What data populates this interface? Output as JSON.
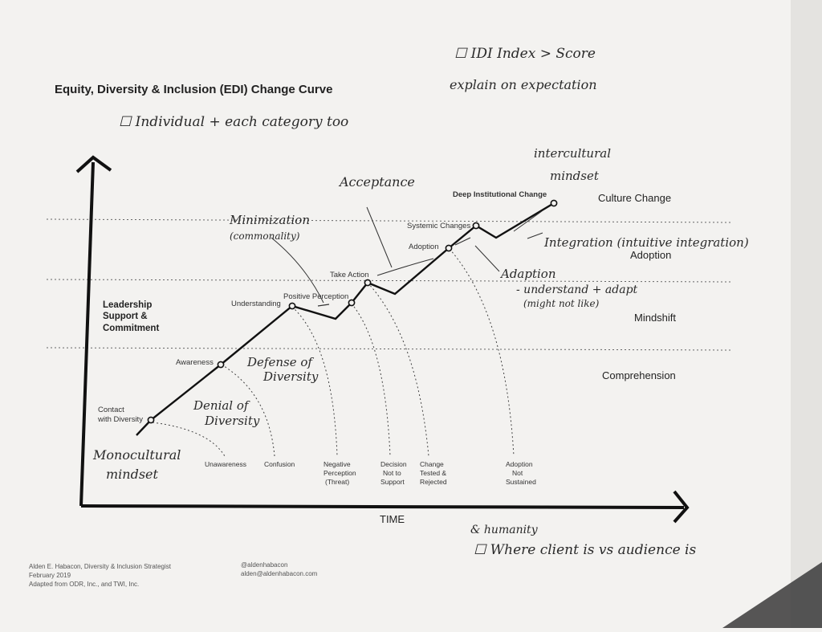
{
  "title": "Equity, Diversity & Inclusion (EDI) Change Curve",
  "x_axis_label": "TIME",
  "zones": [
    "Culture Change",
    "Adoption",
    "Mindshift",
    "Comprehension"
  ],
  "side_label": [
    "Leadership",
    "Support &",
    "Commitment"
  ],
  "stages": [
    {
      "label": [
        "Contact",
        "with Diversity"
      ]
    },
    {
      "label": [
        "Awareness"
      ]
    },
    {
      "label": [
        "Understanding"
      ]
    },
    {
      "label": [
        "Positive Perception"
      ]
    },
    {
      "label": [
        "Take Action"
      ]
    },
    {
      "label": [
        "Adoption"
      ]
    },
    {
      "label": [
        "Systemic Changes"
      ]
    },
    {
      "label": [
        "Deep Institutional Change"
      ]
    }
  ],
  "failure_outcomes": [
    [
      "Unawareness"
    ],
    [
      "Confusion"
    ],
    [
      "Negative",
      "Perception",
      "(Threat)"
    ],
    [
      "Decision",
      "Not to",
      "Support"
    ],
    [
      "Change",
      "Tested &",
      "Rejected"
    ],
    [
      "Adoption",
      "Not",
      "Sustained"
    ]
  ],
  "handwritten_notes": {
    "idi": "☐ IDI Index > Score",
    "explain": "explain on expectation",
    "individual": "☐ Individual + each category too",
    "intercultural": [
      "intercultural",
      "mindset"
    ],
    "acceptance": "Acceptance",
    "minimization": [
      "Minimization",
      "(commonality)"
    ],
    "integration": "Integration (intuitive integration)",
    "adaption": [
      "Adaption",
      "- understand + adapt",
      "(might not like)"
    ],
    "defense": [
      "Defense of",
      "Diversity"
    ],
    "denial": [
      "Denial of",
      "Diversity"
    ],
    "monocultural": [
      "Monocultural",
      "mindset"
    ],
    "humanity": "& humanity",
    "where": "☐ Where client is vs audience is"
  },
  "footer": {
    "author": "Alden E. Habacon, Diversity & Inclusion Strategist",
    "date": "February 2019",
    "adapted": "Adapted from ODR, Inc., and TWI, Inc.",
    "handle": "@aldenhabacon",
    "email": "alden@aldenhabacon.com"
  }
}
